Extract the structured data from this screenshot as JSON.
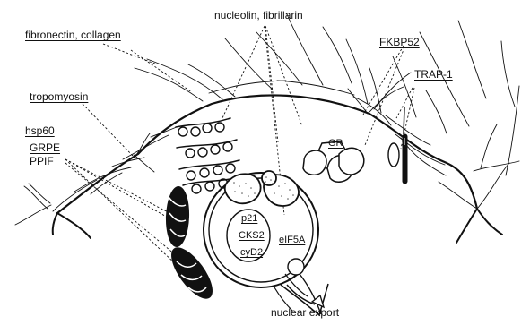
{
  "labels": {
    "nucleolin_fibrillarin": "nucleolin, fibrillarin",
    "fibronectin_collagen": "fibronectin, collagen",
    "fkbp52": "FKBP52",
    "trap1": "TRAP-1",
    "tropomyosin": "tropomyosin",
    "hsp60": "hsp60",
    "grpe": "GRPE",
    "ppif": "PPIF",
    "gr": "GR",
    "p21": "p21",
    "cks2": "CKS2",
    "cyd2": "cyD2",
    "eif5a": "eIF5A",
    "nuclear_export": "nuclear export"
  }
}
